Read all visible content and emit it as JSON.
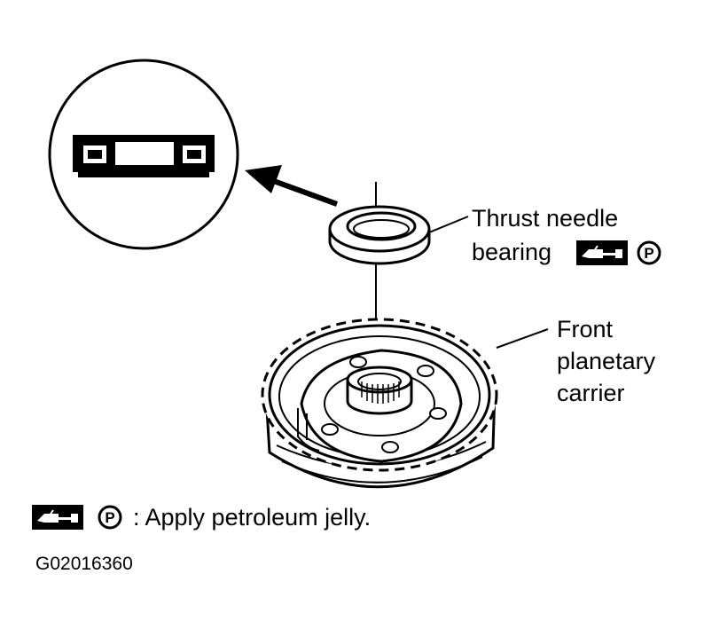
{
  "labels": {
    "bearing_line1": "Thrust needle",
    "bearing_line2": "bearing",
    "carrier_line1": "Front",
    "carrier_line2": "planetary",
    "carrier_line3": "carrier"
  },
  "legend": {
    "text": ": Apply petroleum jelly.",
    "symbol_icon": "grease-gun-icon",
    "symbol_letter": "P"
  },
  "figure_code": "G02016360"
}
